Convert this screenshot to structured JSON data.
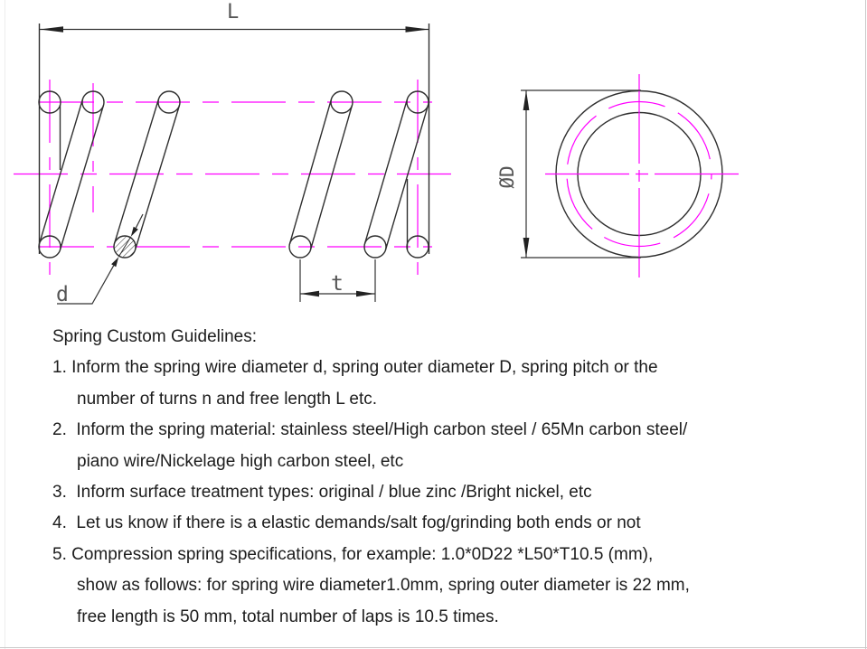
{
  "drawing": {
    "side_view": {
      "length_label": "L",
      "wire_diameter_label": "d",
      "pitch_label": "t"
    },
    "end_view": {
      "diameter_label": "ØD"
    },
    "colors": {
      "outline": "#2f2f2f",
      "centerline": "#ff00ff",
      "dimension_text": "#555555"
    }
  },
  "guidelines": {
    "title": "Spring Custom Guidelines:",
    "lines": [
      "1. Inform the spring wire diameter d, spring outer diameter D, spring pitch or the",
      "number of turns n and free length L etc.",
      "2.  Inform the spring material: stainless steel/High carbon steel / 65Mn carbon steel/",
      "piano wire/Nickelage high carbon steel, etc",
      "3.  Inform surface treatment types: original / blue zinc /Bright nickel, etc",
      "4.  Let us know if there is a elastic demands/salt fog/grinding both ends or not",
      "5. Compression spring specifications, for example: 1.0*0D22 *L50*T10.5 (mm),",
      "show as follows: for spring wire diameter1.0mm, spring outer diameter is 22 mm,",
      "free length is 50 mm, total number of laps is 10.5 times."
    ]
  }
}
